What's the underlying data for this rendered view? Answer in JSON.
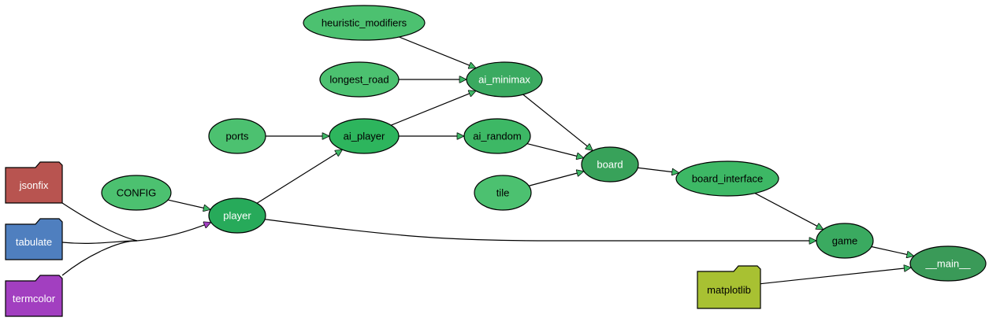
{
  "nodes": [
    {
      "id": "heuristic_modifiers",
      "label": "heuristic_modifiers",
      "shape": "ellipse",
      "fill": "#4cc170",
      "text": "light"
    },
    {
      "id": "longest_road",
      "label": "longest_road",
      "shape": "ellipse",
      "fill": "#4cc170",
      "text": "light"
    },
    {
      "id": "ai_minimax",
      "label": "ai_minimax",
      "shape": "ellipse",
      "fill": "#3aaa60",
      "text": "dark"
    },
    {
      "id": "ports",
      "label": "ports",
      "shape": "ellipse",
      "fill": "#4cc170",
      "text": "light"
    },
    {
      "id": "ai_player",
      "label": "ai_player",
      "shape": "ellipse",
      "fill": "#2db55d",
      "text": "light"
    },
    {
      "id": "ai_random",
      "label": "ai_random",
      "shape": "ellipse",
      "fill": "#3db865",
      "text": "light"
    },
    {
      "id": "board",
      "label": "board",
      "shape": "ellipse",
      "fill": "#38a25a",
      "text": "dark"
    },
    {
      "id": "tile",
      "label": "tile",
      "shape": "ellipse",
      "fill": "#4cc170",
      "text": "light"
    },
    {
      "id": "board_interface",
      "label": "board_interface",
      "shape": "ellipse",
      "fill": "#3db865",
      "text": "light"
    },
    {
      "id": "CONFIG",
      "label": "CONFIG",
      "shape": "ellipse",
      "fill": "#4cc170",
      "text": "light"
    },
    {
      "id": "player",
      "label": "player",
      "shape": "ellipse",
      "fill": "#27aa5a",
      "text": "dark"
    },
    {
      "id": "game",
      "label": "game",
      "shape": "ellipse",
      "fill": "#3aaa60",
      "text": "light"
    },
    {
      "id": "main",
      "label": "__main__",
      "shape": "ellipse",
      "fill": "#3a9a58",
      "text": "dark"
    },
    {
      "id": "jsonfix",
      "label": "jsonfix",
      "shape": "folder",
      "fill": "#b85450",
      "text": "dark"
    },
    {
      "id": "tabulate",
      "label": "tabulate",
      "shape": "folder",
      "fill": "#4f7fbf",
      "text": "dark"
    },
    {
      "id": "termcolor",
      "label": "termcolor",
      "shape": "folder",
      "fill": "#a23fc0",
      "text": "dark"
    },
    {
      "id": "matplotlib",
      "label": "matplotlib",
      "shape": "folder",
      "fill": "#a8c132",
      "text": "light"
    }
  ],
  "edges": [
    {
      "from": "heuristic_modifiers",
      "to": "ai_minimax"
    },
    {
      "from": "longest_road",
      "to": "ai_minimax"
    },
    {
      "from": "ai_player",
      "to": "ai_minimax"
    },
    {
      "from": "ports",
      "to": "ai_player"
    },
    {
      "from": "ai_player",
      "to": "ai_random"
    },
    {
      "from": "ai_minimax",
      "to": "board"
    },
    {
      "from": "ai_random",
      "to": "board"
    },
    {
      "from": "tile",
      "to": "board"
    },
    {
      "from": "board",
      "to": "board_interface"
    },
    {
      "from": "board_interface",
      "to": "game"
    },
    {
      "from": "CONFIG",
      "to": "player"
    },
    {
      "from": "player",
      "to": "ai_player"
    },
    {
      "from": "player",
      "to": "game"
    },
    {
      "from": "game",
      "to": "main"
    },
    {
      "from": "matplotlib",
      "to": "main"
    },
    {
      "from": "jsonfix",
      "to": "player",
      "bundle": true
    },
    {
      "from": "tabulate",
      "to": "player",
      "bundle": true
    },
    {
      "from": "termcolor",
      "to": "player",
      "bundle": true
    }
  ],
  "bundle_arrow_color": "#a23fc0"
}
